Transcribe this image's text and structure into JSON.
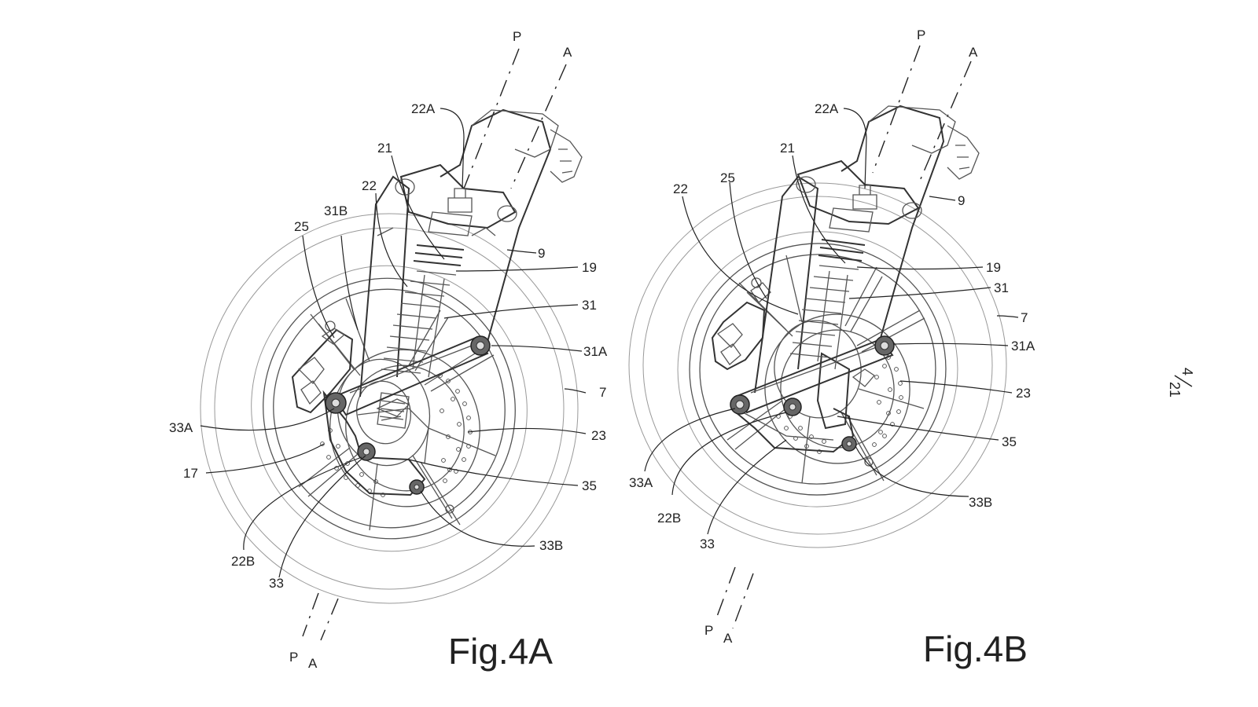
{
  "page_number": {
    "numerator": "4",
    "denominator": "21"
  },
  "fig_a": {
    "caption": "Fig.4A",
    "axis_labels": {
      "p_top": "P",
      "a_top": "A",
      "p_bottom": "P",
      "a_bottom": "A"
    },
    "labels": {
      "l22A": "22A",
      "l21": "21",
      "l22": "22",
      "l31B": "31B",
      "l25": "25",
      "l9": "9",
      "l19": "19",
      "l31": "31",
      "l31A": "31A",
      "l7": "7",
      "l33A": "33A",
      "l23": "23",
      "l17": "17",
      "l35": "35",
      "l22B": "22B",
      "l33B": "33B",
      "l33": "33"
    }
  },
  "fig_b": {
    "caption": "Fig.4B",
    "axis_labels": {
      "p_top": "P",
      "a_top": "A",
      "p_bottom": "P",
      "a_bottom": "A"
    },
    "labels": {
      "l22A": "22A",
      "l21": "21",
      "l22": "22",
      "l25": "25",
      "l9": "9",
      "l19": "19",
      "l31": "31",
      "l7": "7",
      "l31A": "31A",
      "l23": "23",
      "l35": "35",
      "l33A": "33A",
      "l22B": "22B",
      "l33B": "33B",
      "l33": "33"
    }
  }
}
